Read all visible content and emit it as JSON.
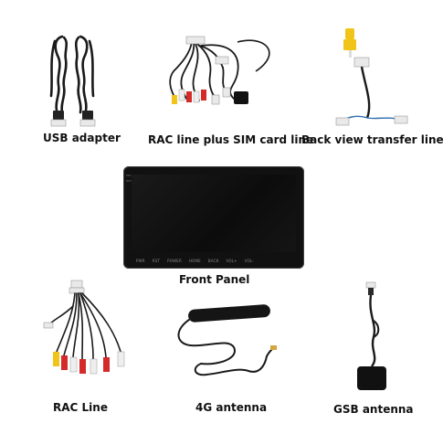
{
  "items": {
    "usb": {
      "label": "USB adapter"
    },
    "rac_sim": {
      "label": "RAC line plus SIM card line"
    },
    "back_view": {
      "label": "Back view transfer line"
    },
    "front_panel": {
      "label": "Front Panel",
      "bezel_buttons": [
        "PWR",
        "RST",
        "POWER",
        "HOME",
        "BACK",
        "VOL+",
        "VOL-"
      ],
      "side_buttons": [
        "MIC",
        "RST"
      ]
    },
    "rac_line": {
      "label": "RAC Line"
    },
    "antenna_4g": {
      "label": "4G antenna"
    },
    "gsb": {
      "label": "GSB antenna"
    }
  },
  "colors": {
    "cable": "#1a1a1a",
    "rca_red": "#d42a2a",
    "rca_white": "#eeeeee",
    "rca_yellow": "#f0c419",
    "connector_white": "#e9e9e9",
    "wire_blue": "#2f6fb0"
  }
}
